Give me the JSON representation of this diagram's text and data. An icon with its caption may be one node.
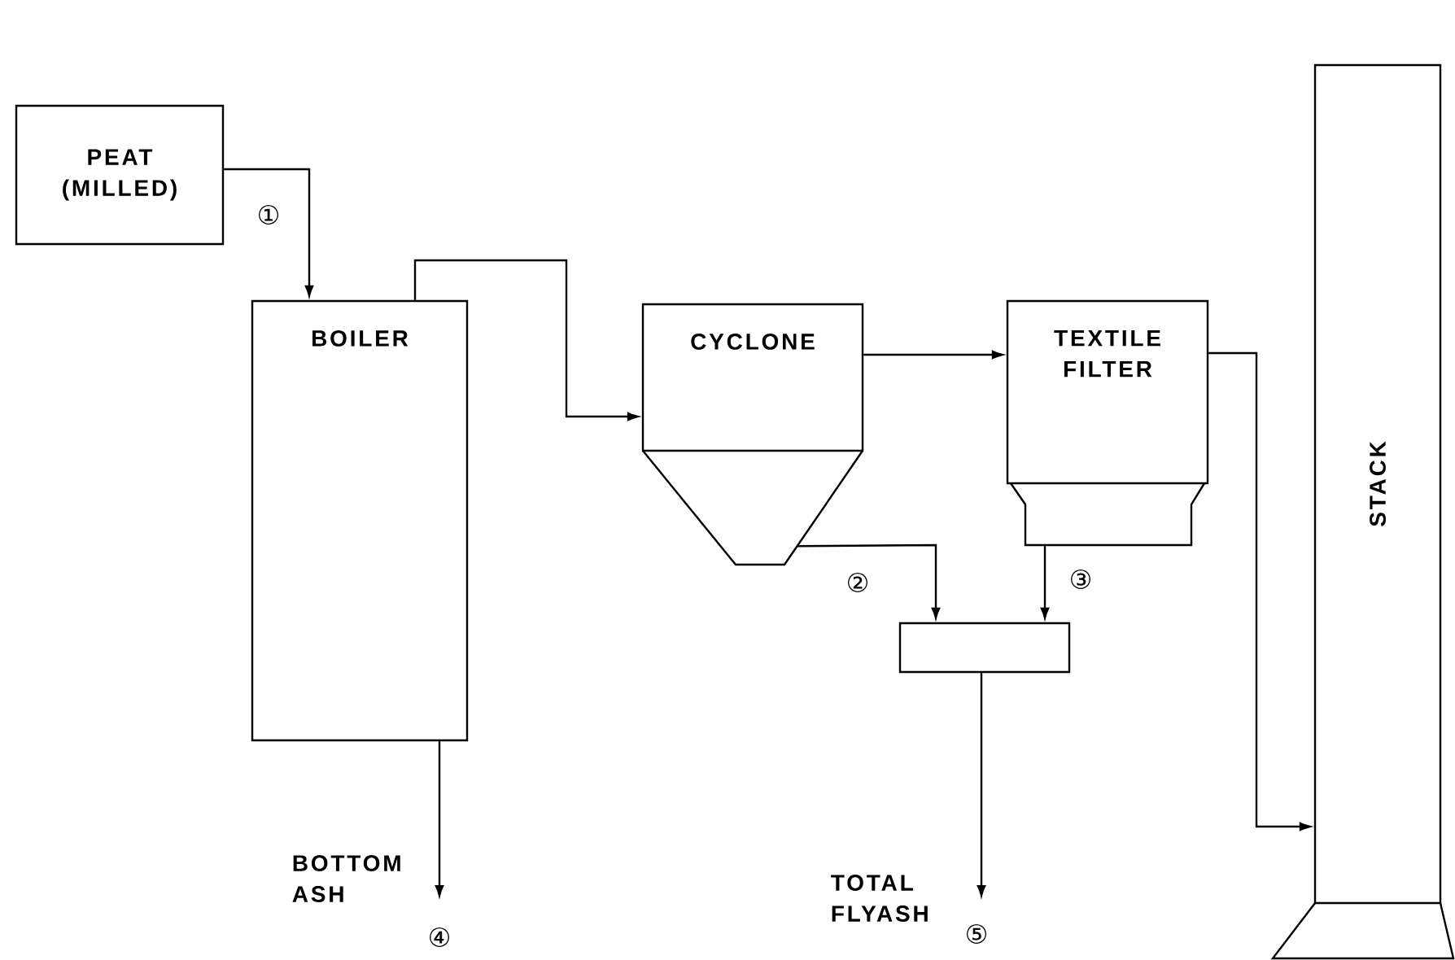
{
  "diagram": {
    "nodes": [
      {
        "text": [
          "PEAT (MILLED)"
        ]
      },
      {
        "text": [
          "BOILER"
        ]
      },
      {
        "text": [
          "CYCLONE"
        ]
      },
      {
        "text": [
          "TEXTILE FILTER"
        ]
      },
      {
        "text": [],
        "shape": "box"
      },
      {
        "text": [
          "STACK"
        ]
      },
      {
        "text": [
          "BOTTOM ASH"
        ]
      },
      {
        "text": [
          "TOTAL FLYASH"
        ]
      }
    ],
    "edges": [
      {
        "from": 0,
        "to": 1,
        "arrow": "to",
        "label": "①"
      },
      {
        "from": 1,
        "to": 2,
        "arrow": "to"
      },
      {
        "from": 2,
        "to": 3,
        "arrow": "to"
      },
      {
        "from": 2,
        "to": 4,
        "arrow": "to",
        "label": "②"
      },
      {
        "from": 3,
        "to": 4,
        "arrow": "to",
        "label": "③"
      },
      {
        "from": 3,
        "to": 5,
        "arrow": "to"
      },
      {
        "from": 1,
        "to": 6,
        "arrow": "to",
        "label": "④"
      },
      {
        "from": 4,
        "to": 7,
        "arrow": "to",
        "label": "⑤"
      }
    ]
  }
}
